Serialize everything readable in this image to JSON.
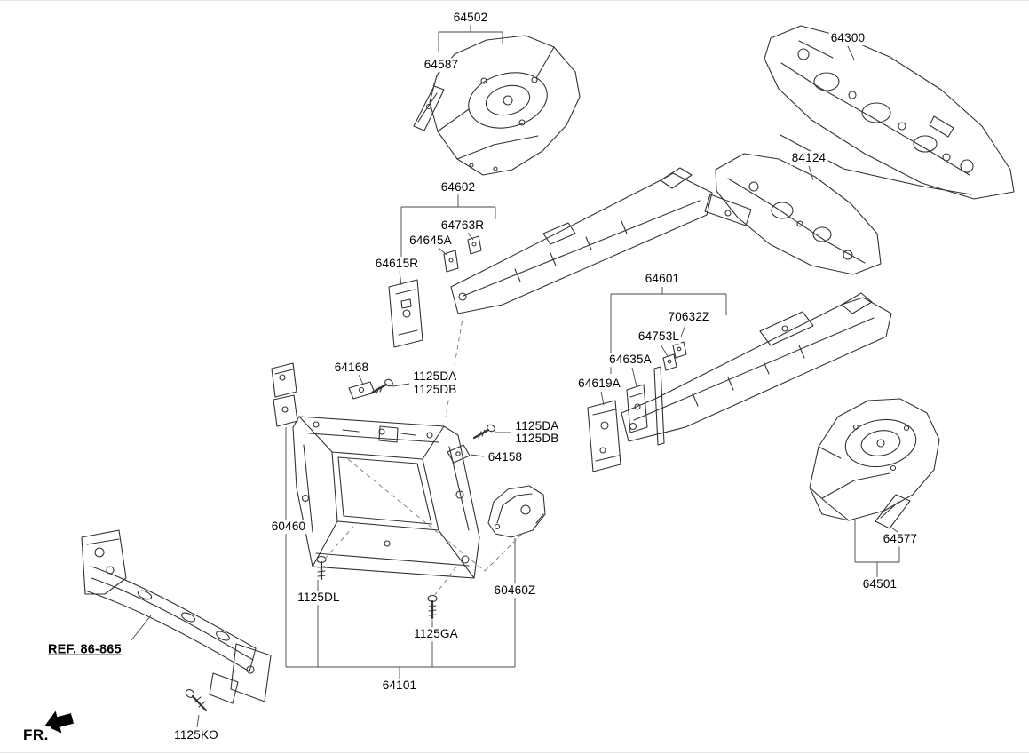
{
  "diagram_type": "vehicle-body-exploded-parts-diagram",
  "style": {
    "background": "#ffffff",
    "line_color": "#333333",
    "leader_color": "#444444",
    "text_color": "#000000"
  },
  "labels": {
    "p64502": "64502",
    "p64587": "64587",
    "p64300": "64300",
    "p84124": "84124",
    "p64602": "64602",
    "p64763R": "64763R",
    "p64645A": "64645A",
    "p64615R": "64615R",
    "p64601": "64601",
    "p70632Z": "70632Z",
    "p64753L": "64753L",
    "p64635A": "64635A",
    "p64619A": "64619A",
    "p64168": "64168",
    "p1125DA": "1125DA",
    "p1125DB": "1125DB",
    "p64158": "64158",
    "p60460": "60460",
    "p60460Z": "60460Z",
    "p1125DL": "1125DL",
    "p1125GA": "1125GA",
    "p64101": "64101",
    "p64577": "64577",
    "p64501": "64501",
    "p1125KO": "1125KO",
    "ref_bumper": "REF. 86-865",
    "fr_indicator": "FR."
  }
}
